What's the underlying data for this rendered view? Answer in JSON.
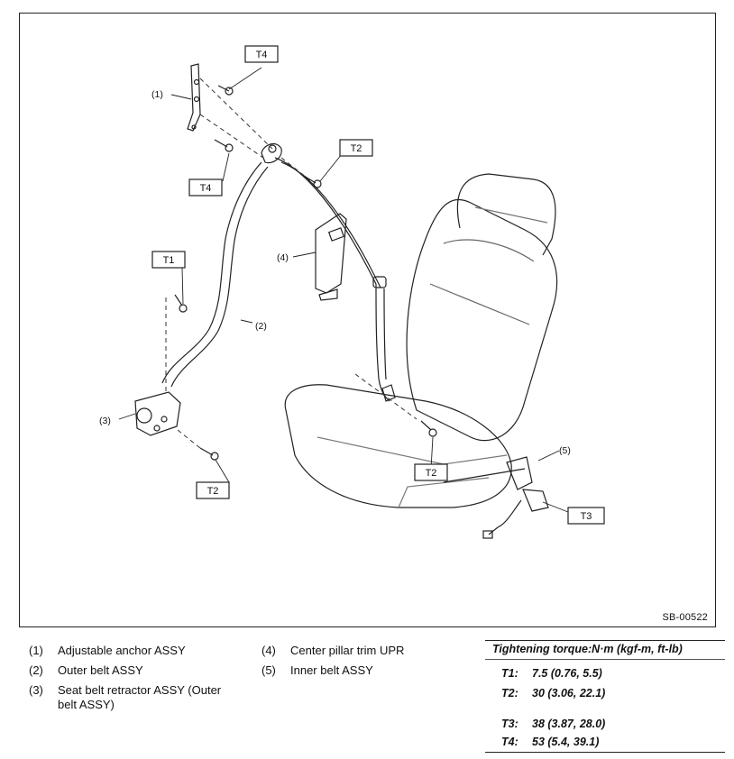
{
  "figure": {
    "code": "SB-00522",
    "callouts": {
      "c1": "(1)",
      "c2": "(2)",
      "c3": "(3)",
      "c4": "(4)",
      "c5": "(5)"
    },
    "torque_labels": {
      "t4_top": "T4",
      "t4_mid": "T4",
      "t2_top": "T2",
      "t1": "T1",
      "t2_bottom": "T2",
      "t2_floor": "T2",
      "t3": "T3"
    }
  },
  "parts": [
    {
      "num": "(1)",
      "name": "Adjustable anchor ASSY"
    },
    {
      "num": "(2)",
      "name": "Outer belt ASSY"
    },
    {
      "num": "(3)",
      "name": "Seat belt retractor ASSY (Outer belt ASSY)"
    },
    {
      "num": "(4)",
      "name": "Center pillar trim UPR"
    },
    {
      "num": "(5)",
      "name": "Inner belt ASSY"
    }
  ],
  "torque": {
    "title": "Tightening torque:N·m (kgf-m, ft-lb)",
    "rows": [
      {
        "key": "T1:",
        "value": "7.5 (0.76, 5.5)"
      },
      {
        "key": "T2:",
        "value": "30 (3.06, 22.1)"
      },
      {
        "key": "T3:",
        "value": "38 (3.87, 28.0)"
      },
      {
        "key": "T4:",
        "value": "53 (5.4, 39.1)"
      }
    ]
  }
}
